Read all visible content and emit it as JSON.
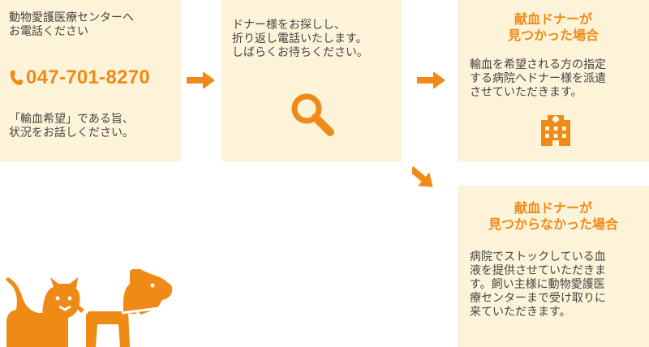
{
  "colors": {
    "accent": "#f08a16",
    "card": "#fdf3d9",
    "text": "#444444"
  },
  "step1": {
    "intro": "動物愛護医療センターへ\nお電話ください",
    "phone": "047-701-8270",
    "note": "「輸血希望」である旨、\n状況をお話しください。"
  },
  "step2": {
    "text": "ドナー様をお探しし、\n折り返し電話いたします。\nしばらくお待ちください。",
    "icon": "search-icon"
  },
  "found": {
    "title": "献血ドナーが\n見つかった場合",
    "text": "輸血を希望される方の指定\nする病院へドナー様を派遣\nさせていただきます。",
    "icon": "hospital-icon"
  },
  "not_found": {
    "title": "献血ドナーが\n見つからなかった場合",
    "text": "病院でストックしている血\n液を提供させていただきま\nす。飼い主様に動物愛護医\n療センターまで受け取りに\n来ていただきます。"
  },
  "illustration": {
    "icon": "cat-and-dog-icon"
  }
}
